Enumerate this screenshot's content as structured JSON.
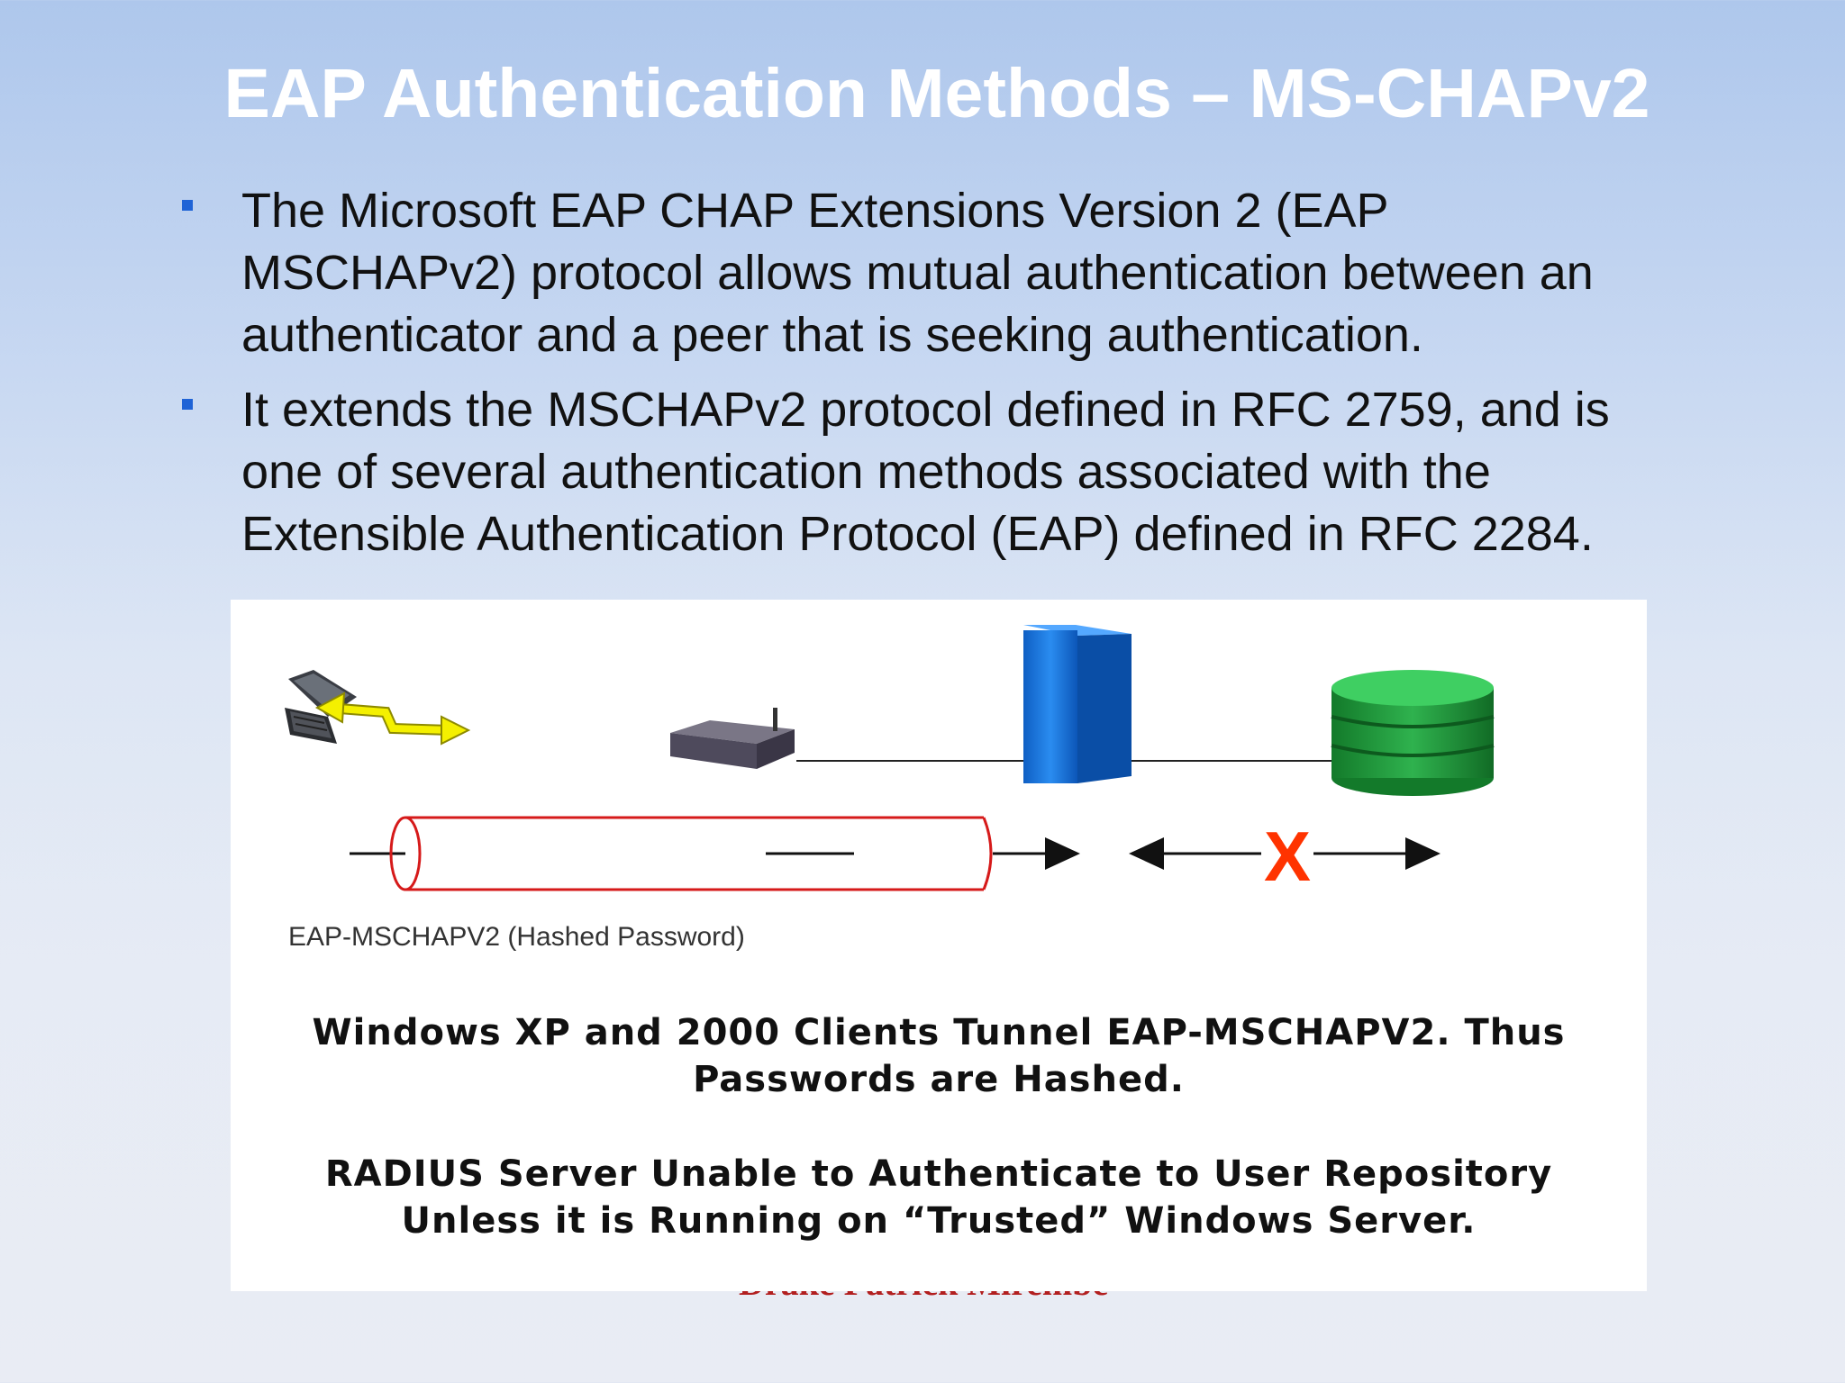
{
  "slide": {
    "title": "EAP Authentication Methods – MS-CHAPv2",
    "bullets": [
      {
        "line1": "The Microsoft EAP CHAP Extensions Version 2 (EAP",
        "line2": "MSCHAPv2) protocol allows mutual authentication between an",
        "line3": "authenticator and a peer that is seeking authentication."
      },
      {
        "line1": "It extends the MSCHAPv2 protocol defined in RFC 2759, and is",
        "line2": "one of several authentication methods associated with the",
        "line3": "Extensible Authentication Protocol (EAP) defined in RFC 2284."
      }
    ],
    "footer_author": "Drake Patrick Mirembe"
  },
  "diagram": {
    "tunnel_label": "EAP-MSCHAPV2 (Hashed Password)",
    "blocked_marker": "X",
    "caption_1": {
      "line1": "Windows XP and 2000 Clients Tunnel EAP-MSCHAPV2.  Thus",
      "line2": "Passwords are Hashed."
    },
    "caption_2": {
      "line1": "RADIUS Server Unable to Authenticate to User Repository",
      "line2": "Unless it is Running on “Trusted” Windows Server."
    },
    "colors": {
      "bullet": "#1f63d6",
      "tunnel": "#d61a1a",
      "server": "#1677d8",
      "database": "#1f9a3c",
      "blocked": "#ff3300",
      "wireless_arrow": "#f4f000"
    },
    "icons": [
      "laptop-icon",
      "wireless-arrow-icon",
      "access-point-icon",
      "radius-server-icon",
      "user-database-icon"
    ]
  }
}
